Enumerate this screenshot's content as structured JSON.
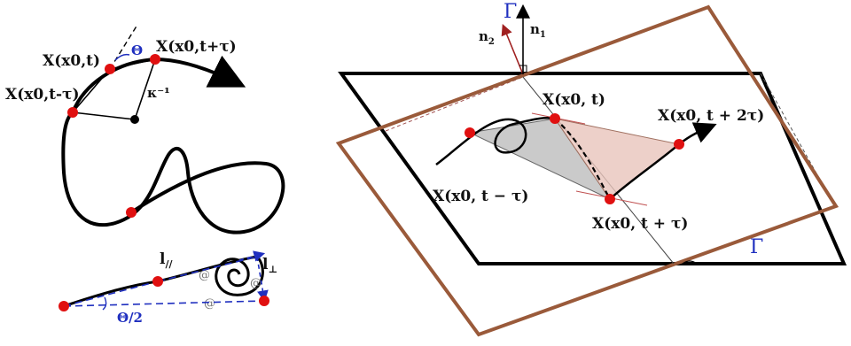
{
  "left_panel": {
    "labels": {
      "x_t": "X(x0,t)",
      "x_t_plus": "X(x0,t+τ)",
      "x_t_minus": "X(x0,t-τ)",
      "theta": "Θ",
      "kappa": "κ⁻¹"
    }
  },
  "bottom_panel": {
    "labels": {
      "l_parallel": "l",
      "l_parallel_sub": "//",
      "l_perp": "l",
      "l_perp_sub": "⊥",
      "half_theta": "Θ/2"
    }
  },
  "right_panel": {
    "labels": {
      "gamma_top": "Γ",
      "gamma_bottom": "Γ",
      "n1": "n",
      "n1_sub": "1",
      "n2": "n",
      "n2_sub": "2",
      "x_t": "X(x0, t)",
      "x_t_2tau": "X(x0, t + 2τ)",
      "x_t_minus": "X(x0, t − τ)",
      "x_t_plus": "X(x0, t + τ)"
    }
  },
  "colors": {
    "curve": "#000000",
    "point": "#e01010",
    "blue_annotation": "#1f2fbf",
    "plane_gamma": "#9a5a3a",
    "triangle_gray": "#b8b8b8",
    "triangle_pink": "#e8c4bc"
  }
}
